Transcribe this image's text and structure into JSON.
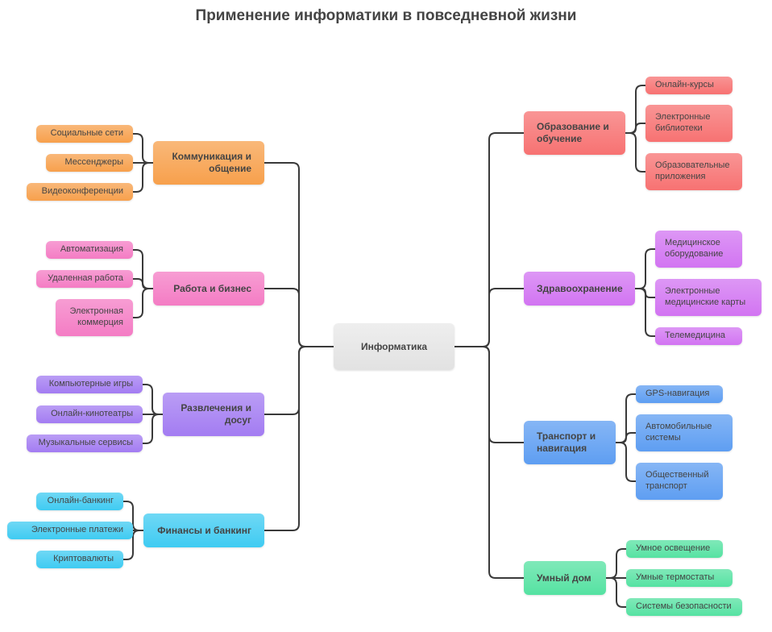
{
  "title": "Применение информатики в повседневной жизни",
  "center": {
    "label": "Информатика",
    "color": "#e2e2e2"
  },
  "branches": [
    {
      "label": "Коммуникация и общение",
      "color": "#f7a04c",
      "side": "left",
      "children": [
        "Социальные сети",
        "Мессенджеры",
        "Видеоконференции"
      ]
    },
    {
      "label": "Работа и бизнес",
      "color": "#f47cc4",
      "side": "left",
      "children": [
        "Автоматизация",
        "Удаленная работа",
        "Электронная коммерция"
      ]
    },
    {
      "label": "Развлечения и досуг",
      "color": "#a37cf2",
      "side": "left",
      "children": [
        "Компьютерные игры",
        "Онлайн-кинотеатры",
        "Музыкальные сервисы"
      ]
    },
    {
      "label": "Финансы и банкинг",
      "color": "#3fcbf2",
      "side": "left",
      "children": [
        "Онлайн-банкинг",
        "Электронные платежи",
        "Криптовалюты"
      ]
    },
    {
      "label": "Образование и обучение",
      "color": "#f77272",
      "side": "right",
      "children": [
        "Онлайн-курсы",
        "Электронные библиотеки",
        "Образовательные приложения"
      ]
    },
    {
      "label": "Здравоохранение",
      "color": "#d274f2",
      "side": "right",
      "children": [
        "Медицинское оборудование",
        "Электронные медицинские карты",
        "Телемедицина"
      ]
    },
    {
      "label": "Транспорт и навигация",
      "color": "#5e9ef2",
      "side": "right",
      "children": [
        "GPS-навигация",
        "Автомобильные системы",
        "Общественный транспорт"
      ]
    },
    {
      "label": "Умный дом",
      "color": "#55e2a2",
      "side": "right",
      "children": [
        "Умное освещение",
        "Умные термостаты",
        "Системы безопасности"
      ]
    }
  ]
}
